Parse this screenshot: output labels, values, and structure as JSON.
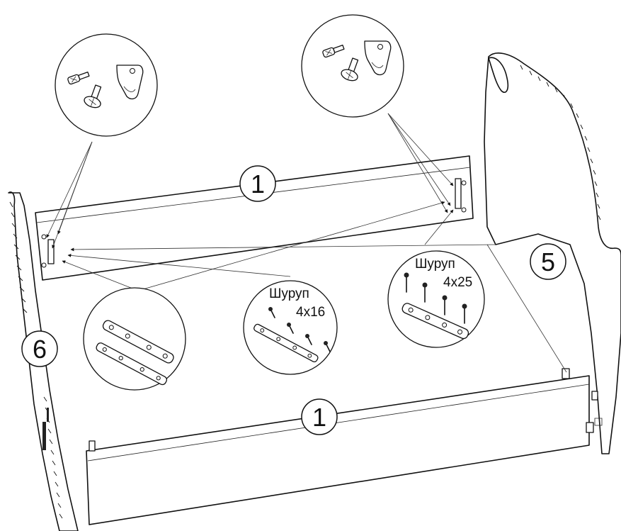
{
  "labels": {
    "panel_top": "1",
    "panel_bottom": "1",
    "headboard": "5",
    "footboard": "6"
  },
  "callouts": {
    "screw_small_title": "Шуруп",
    "screw_small_size": "4x16",
    "screw_large_title": "Шуруп",
    "screw_large_size": "4x25"
  }
}
